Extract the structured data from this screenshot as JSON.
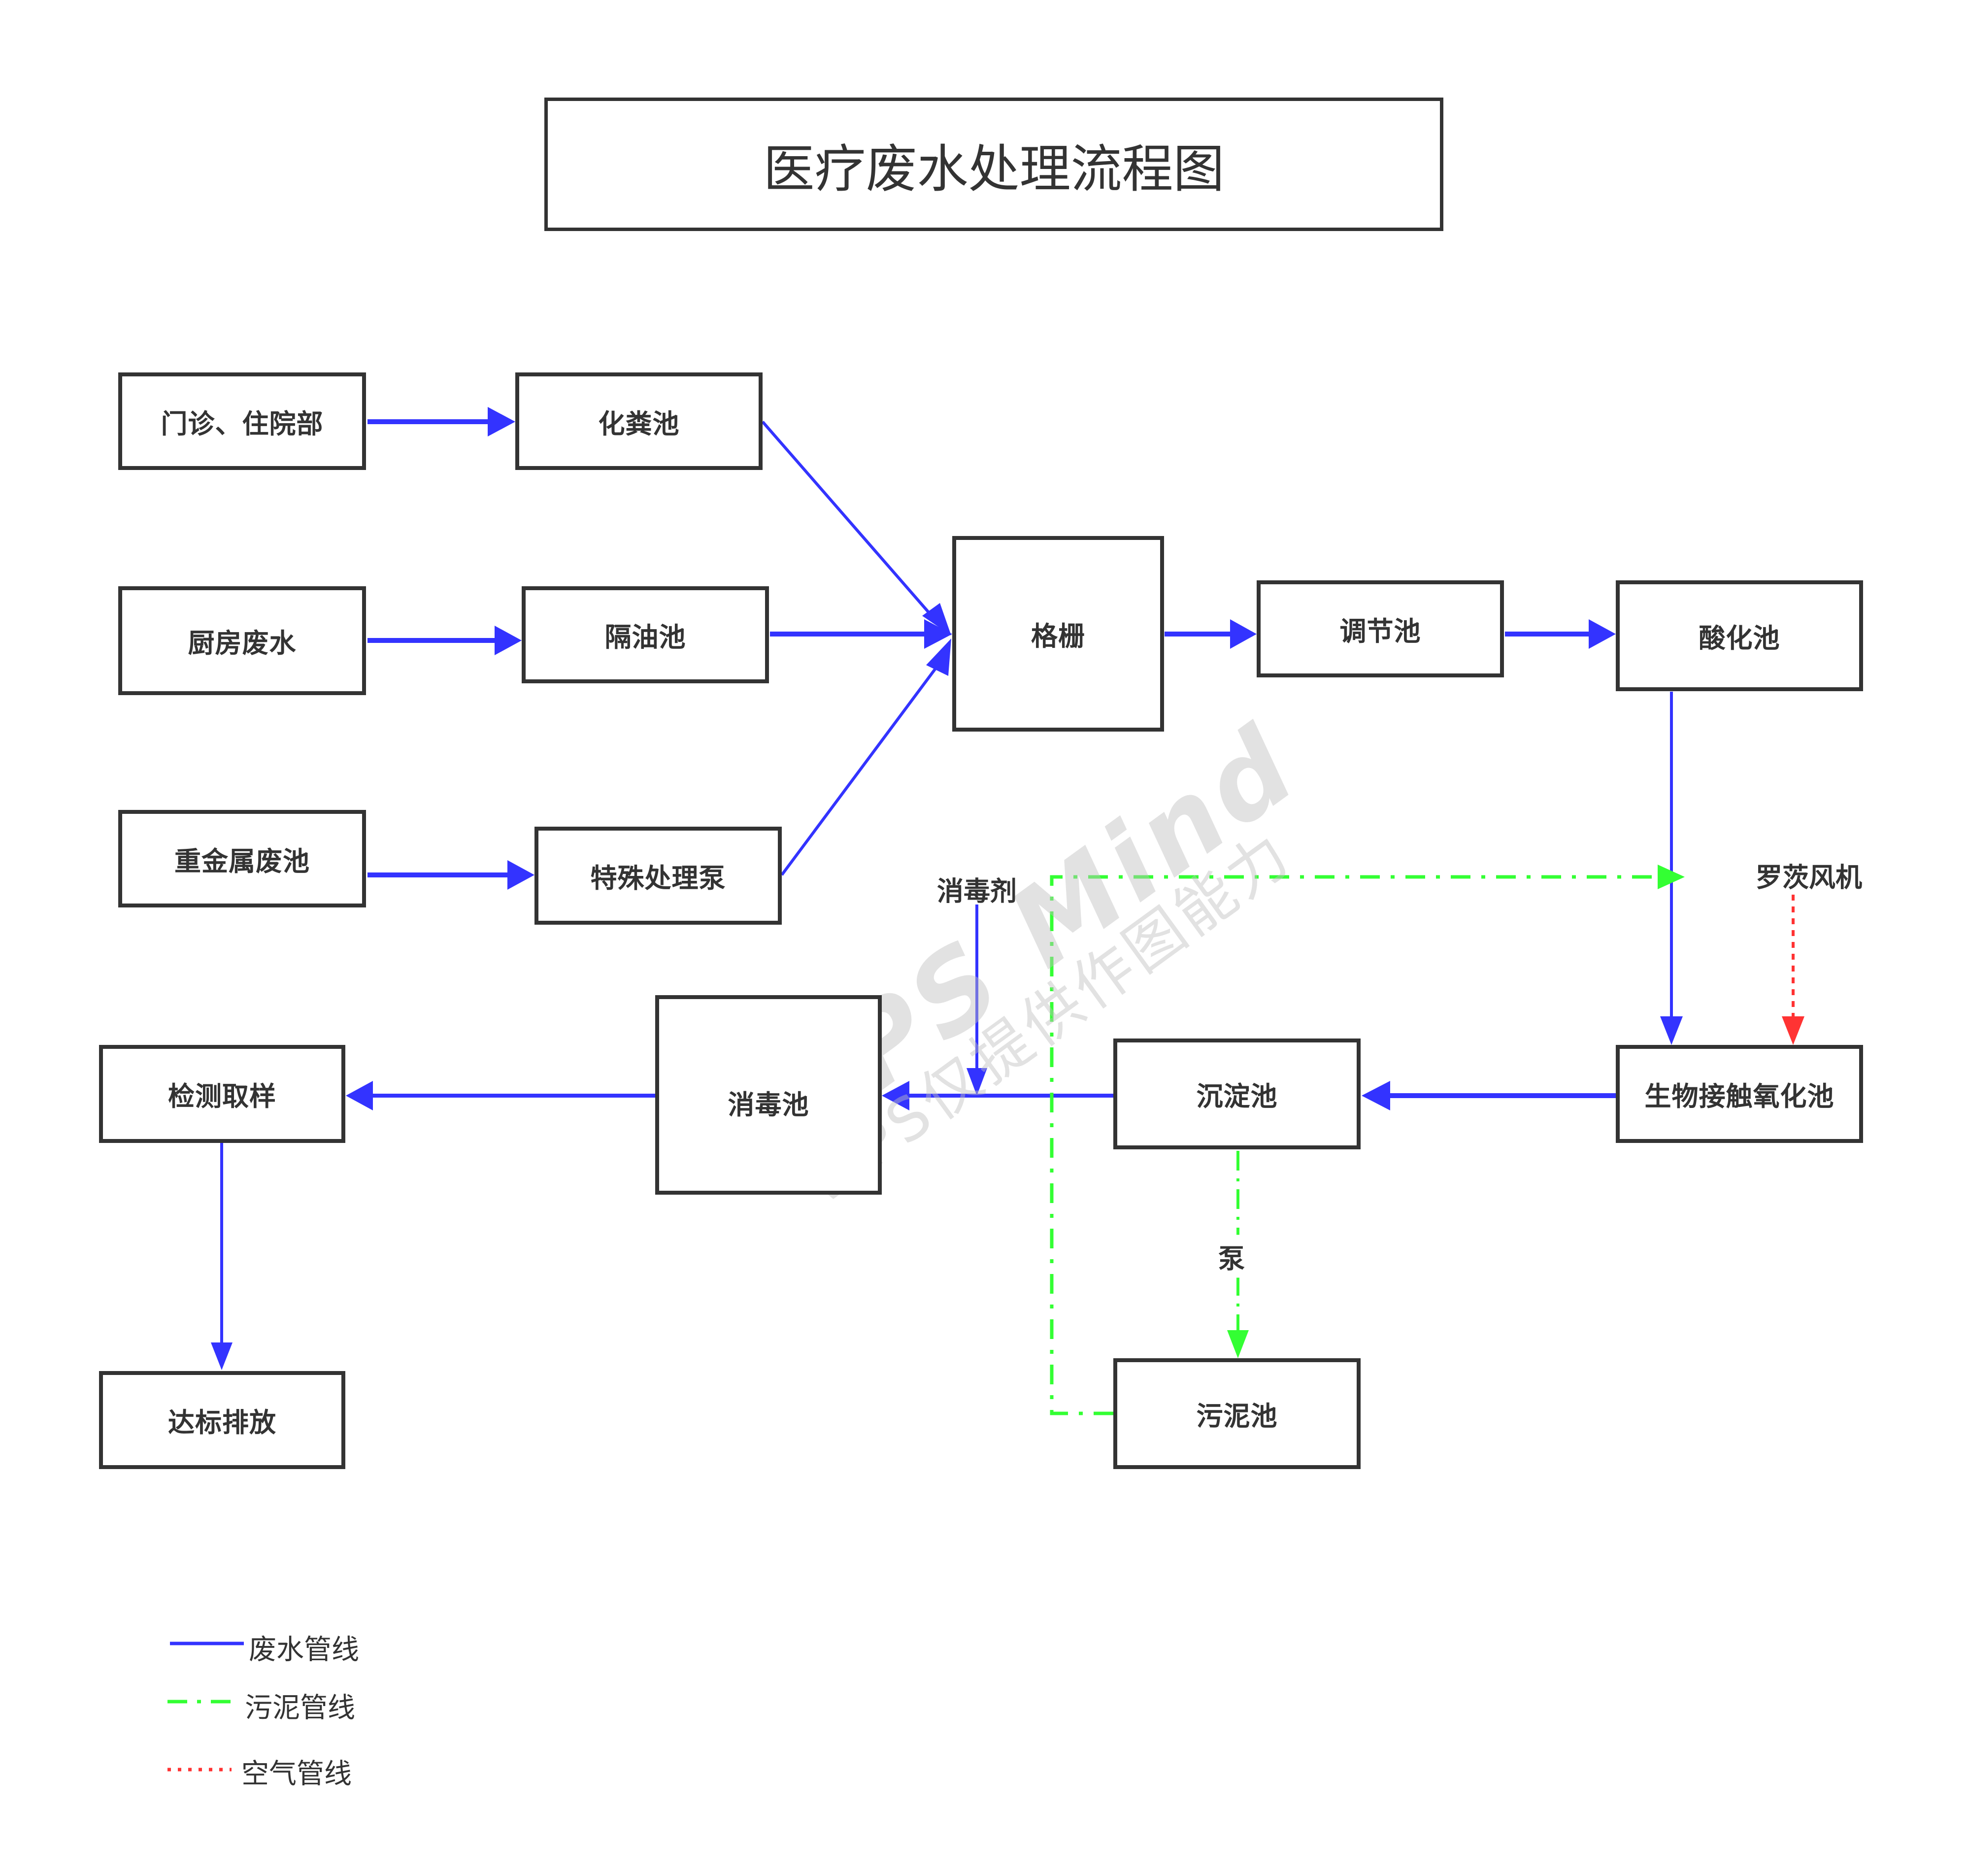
{
  "title": "医疗废水处理流程图",
  "colors": {
    "wastewater": "#3333ff",
    "sludge": "#33ff33",
    "air": "#ff3333",
    "box_border": "#333333",
    "text": "#333333"
  },
  "nodes": {
    "outpatient": "门诊、住院部",
    "septic_tank": "化粪池",
    "kitchen_wastewater": "厨房废水",
    "oil_separator": "隔油池",
    "heavy_metal_pool": "重金属废池",
    "special_pump": "特殊处理泵",
    "grille": "格栅",
    "regulating_pool": "调节池",
    "acidification_pool": "酸化池",
    "bio_oxidation_pool": "生物接触氧化池",
    "sedimentation_pool": "沉淀池",
    "disinfection_pool": "消毒池",
    "sampling": "检测取样",
    "discharge": "达标排放",
    "sludge_pool": "污泥池"
  },
  "labels": {
    "disinfectant": "消毒剂",
    "roots_blower": "罗茨风机",
    "pump": "泵"
  },
  "edges": [
    {
      "from": "outpatient",
      "to": "septic_tank",
      "type": "wastewater"
    },
    {
      "from": "kitchen_wastewater",
      "to": "oil_separator",
      "type": "wastewater"
    },
    {
      "from": "heavy_metal_pool",
      "to": "special_pump",
      "type": "wastewater"
    },
    {
      "from": "septic_tank",
      "to": "grille",
      "type": "wastewater"
    },
    {
      "from": "oil_separator",
      "to": "grille",
      "type": "wastewater"
    },
    {
      "from": "special_pump",
      "to": "grille",
      "type": "wastewater"
    },
    {
      "from": "grille",
      "to": "regulating_pool",
      "type": "wastewater"
    },
    {
      "from": "regulating_pool",
      "to": "acidification_pool",
      "type": "wastewater"
    },
    {
      "from": "acidification_pool",
      "to": "bio_oxidation_pool",
      "type": "wastewater"
    },
    {
      "from": "roots_blower",
      "to": "bio_oxidation_pool",
      "type": "air"
    },
    {
      "from": "bio_oxidation_pool",
      "to": "sedimentation_pool",
      "type": "wastewater"
    },
    {
      "from": "sedimentation_pool",
      "to": "disinfection_pool",
      "type": "wastewater"
    },
    {
      "from": "disinfectant",
      "to": "disinfection_pool",
      "type": "wastewater"
    },
    {
      "from": "disinfection_pool",
      "to": "sampling",
      "type": "wastewater"
    },
    {
      "from": "sampling",
      "to": "discharge",
      "type": "wastewater"
    },
    {
      "from": "sedimentation_pool",
      "to": "sludge_pool",
      "type": "sludge",
      "label": "泵"
    },
    {
      "from": "sludge_pool",
      "to": "bio_oxidation_pool",
      "type": "sludge"
    }
  ],
  "legend": [
    {
      "label": "废水管线",
      "style": "solid",
      "color": "#3333ff"
    },
    {
      "label": "污泥管线",
      "style": "dash-dot",
      "color": "#33ff33"
    },
    {
      "label": "空气管线",
      "style": "dotted",
      "color": "#ff3333"
    }
  ],
  "watermark": {
    "main": "WPS Mind",
    "sub": "WPS仅提供作图能力"
  }
}
